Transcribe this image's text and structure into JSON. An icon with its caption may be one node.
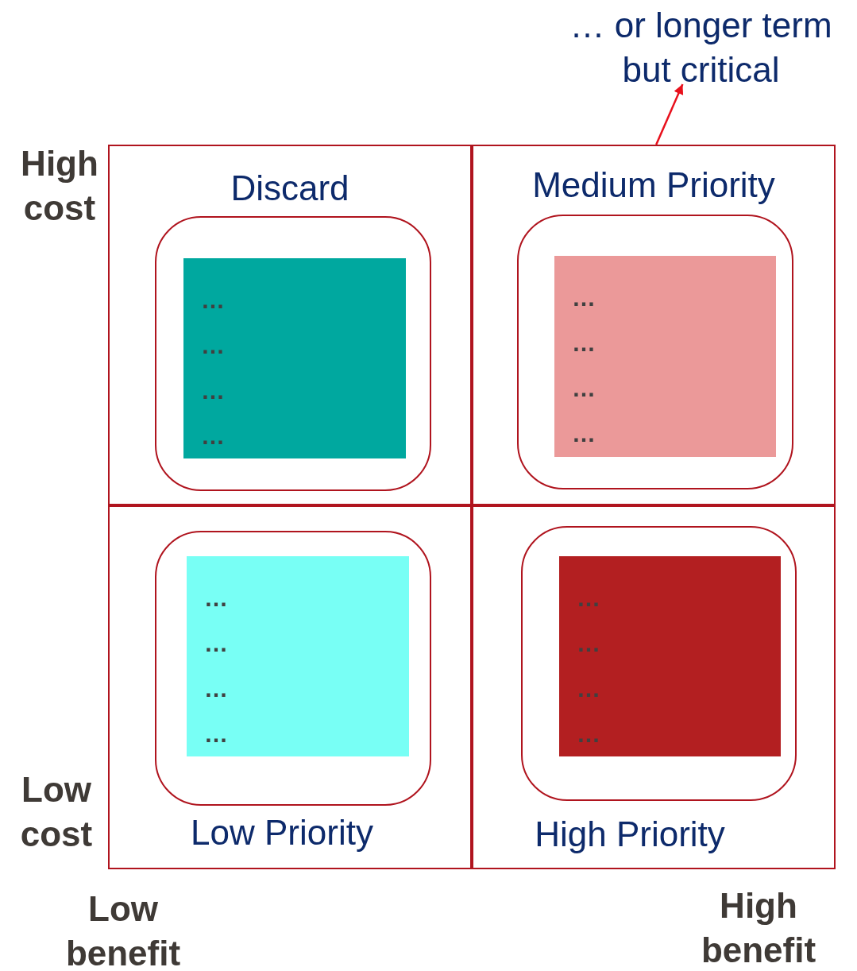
{
  "diagram": {
    "nodes": [
      {
        "text": [
          "… or longer term but critical"
        ]
      },
      {
        "text": [
          "Discard"
        ]
      },
      {
        "text": [],
        "shape": "box",
        "in": 1
      },
      {
        "text": [
          "…",
          "…",
          "…",
          "…"
        ],
        "in": 2
      },
      {
        "text": [
          "Medium Priority"
        ]
      },
      {
        "text": [],
        "shape": "box",
        "in": 4
      },
      {
        "text": [
          "…",
          "…",
          "…",
          "…"
        ],
        "in": 5
      },
      {
        "text": [
          "Low Priority"
        ]
      },
      {
        "text": [],
        "shape": "box",
        "in": 7
      },
      {
        "text": [
          "…",
          "…",
          "…",
          "…"
        ],
        "in": 8
      },
      {
        "text": [
          "High Priority"
        ]
      },
      {
        "text": [],
        "shape": "box",
        "in": 10
      },
      {
        "text": [
          "…",
          "…",
          "…",
          "…"
        ],
        "in": 11
      }
    ],
    "edges": [
      {
        "from": 4,
        "to": 0,
        "arrow": "to",
        "color": "#e8101c"
      }
    ],
    "labels": [
      "High cost",
      "Low cost",
      "Low benefit",
      "High benefit"
    ]
  }
}
